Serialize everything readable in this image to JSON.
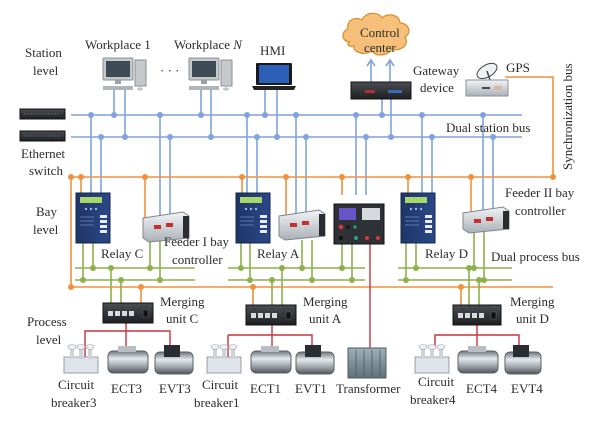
{
  "diagram": {
    "title": "Substation automation system architecture",
    "colors": {
      "station_bus": "#7fa3dc",
      "sync_bus": "#f0913e",
      "process_bus": "#8db04a",
      "analog_wiring": "#c8323f",
      "cloud_fill": "#f6c07a",
      "cloud_stroke": "#d98a2e",
      "text": "#2b2b2b"
    },
    "levels": {
      "station": [
        "Station",
        "level"
      ],
      "bay": [
        "Bay",
        "level"
      ],
      "process": [
        "Process",
        "level"
      ]
    },
    "station": {
      "workplace1": "Workplace 1",
      "ellipsis": "· · ·",
      "workplaceN_prefix": "Workplace ",
      "workplaceN_italic": "N",
      "hmi": "HMI",
      "control_center": [
        "Control",
        "center"
      ],
      "gateway": [
        "Gateway",
        "device"
      ],
      "gps": "GPS",
      "ethernet_switch": [
        "Ethernet",
        "switch"
      ]
    },
    "buses": {
      "dual_station_bus": "Dual station bus",
      "synchronization_bus": "Synchronization bus",
      "dual_process_bus": "Dual process bus"
    },
    "bay": {
      "relay_c": "Relay C",
      "relay_a": "Relay A",
      "relay_d": "Relay D",
      "feeder1": [
        "Feeder I bay",
        "controller"
      ],
      "feeder2": [
        "Feeder II bay",
        "controller"
      ]
    },
    "process": {
      "mu_c": [
        "Merging",
        "unit C"
      ],
      "mu_a": [
        "Merging",
        "unit A"
      ],
      "mu_d": [
        "Merging",
        "unit D"
      ],
      "cb3": [
        "Circuit",
        "breaker3"
      ],
      "ect3": "ECT3",
      "evt3": "EVT3",
      "cb1": [
        "Circuit",
        "breaker1"
      ],
      "ect1": "ECT1",
      "evt1": "EVT1",
      "transformer": "Transformer",
      "cb4": [
        "Circuit",
        "breaker4"
      ],
      "ect4": "ECT4",
      "evt4": "EVT4"
    }
  }
}
